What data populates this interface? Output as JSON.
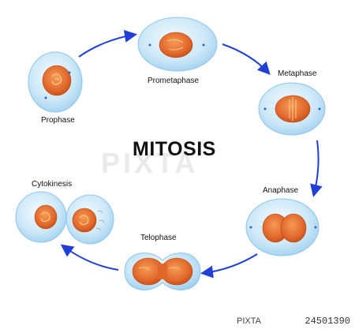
{
  "title": "MITOSIS",
  "watermark": "PIXTA",
  "labels": {
    "prophase": "Prophase",
    "prometaphase": "Prometaphase",
    "metaphase": "Metaphase",
    "anaphase": "Anaphase",
    "telophase": "Telophase",
    "cytokinesis": "Cytokinesis"
  },
  "footer": {
    "logo": "PIXTA",
    "id": "24501390"
  },
  "colors": {
    "arrow": "#1f3fd6",
    "cell_fill": "#cfe9f8",
    "cell_stroke": "#8fc6ea",
    "nucleus": "#e0662a",
    "chromosome": "#f2b36a"
  }
}
